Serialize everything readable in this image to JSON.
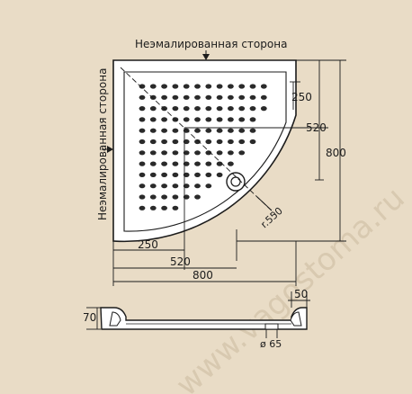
{
  "labels": {
    "top_side": "Неэмалированная сторона",
    "left_side": "Неэмалированная сторона"
  },
  "dimensions": {
    "d_250_right": "250",
    "d_520_right": "520",
    "d_800_right": "800",
    "radius": "r.550",
    "d_250_bottom": "250",
    "d_520_bottom": "520",
    "d_800_bottom": "800",
    "height": "70",
    "rim": "50",
    "drain": "ø 65"
  },
  "watermark": "www.vagostoma.ru",
  "colors": {
    "background": "#e9dcc6",
    "line": "#1c1c1c",
    "fill": "#ffffff",
    "dots": "#2a2a2a"
  }
}
